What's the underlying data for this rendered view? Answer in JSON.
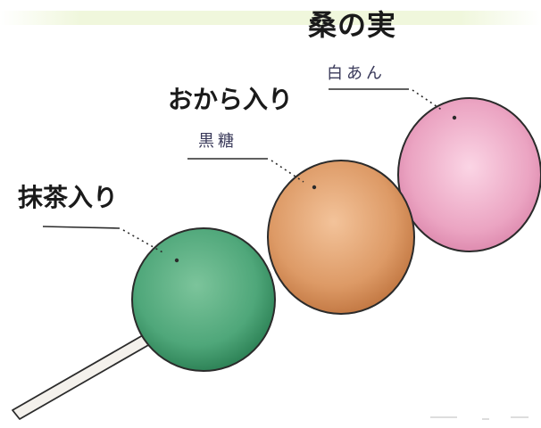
{
  "labels": {
    "mulberry": "桑の実",
    "shiroan": "白あん",
    "okara": "おから入り",
    "kokuto": "黒糖",
    "matcha": "抹茶入り"
  },
  "colors": {
    "green_ball": "#4fa77a",
    "brown_ball": "#dd9a66",
    "pink_ball": "#eba4c2",
    "stick": "#f4f1ec",
    "outline": "#2b2b2b",
    "sublabel_text": "#3a3a5a",
    "top_wash": "#eef6d8"
  },
  "icons": {
    "stick": "skewer-stick",
    "dango": "dango-ball"
  }
}
